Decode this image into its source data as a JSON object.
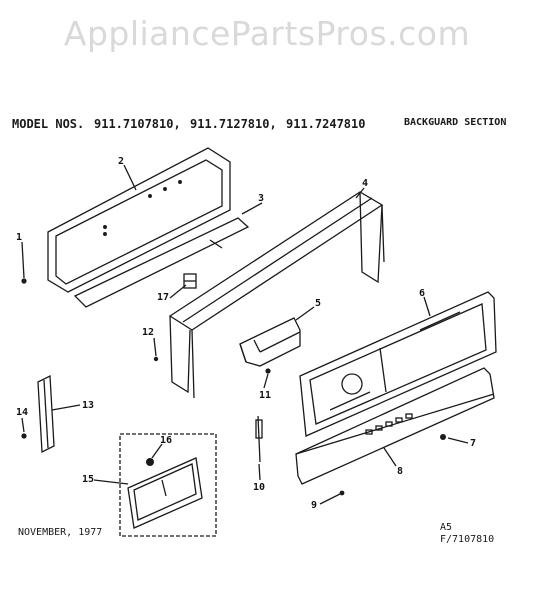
{
  "watermark": "AppliancePartsPros.com",
  "header": {
    "model_label": "MODEL NOS.",
    "models": [
      "911.7107810,",
      "911.7127810,",
      "911.7247810"
    ],
    "section": "BACKGUARD SECTION"
  },
  "footer": {
    "date": "NOVEMBER, 1977",
    "code_line1": "A5",
    "code_line2": "F/7107810"
  },
  "callouts": [
    "1",
    "2",
    "3",
    "4",
    "5",
    "6",
    "7",
    "8",
    "9",
    "10",
    "11",
    "12",
    "13",
    "14",
    "15",
    "16",
    "17"
  ]
}
